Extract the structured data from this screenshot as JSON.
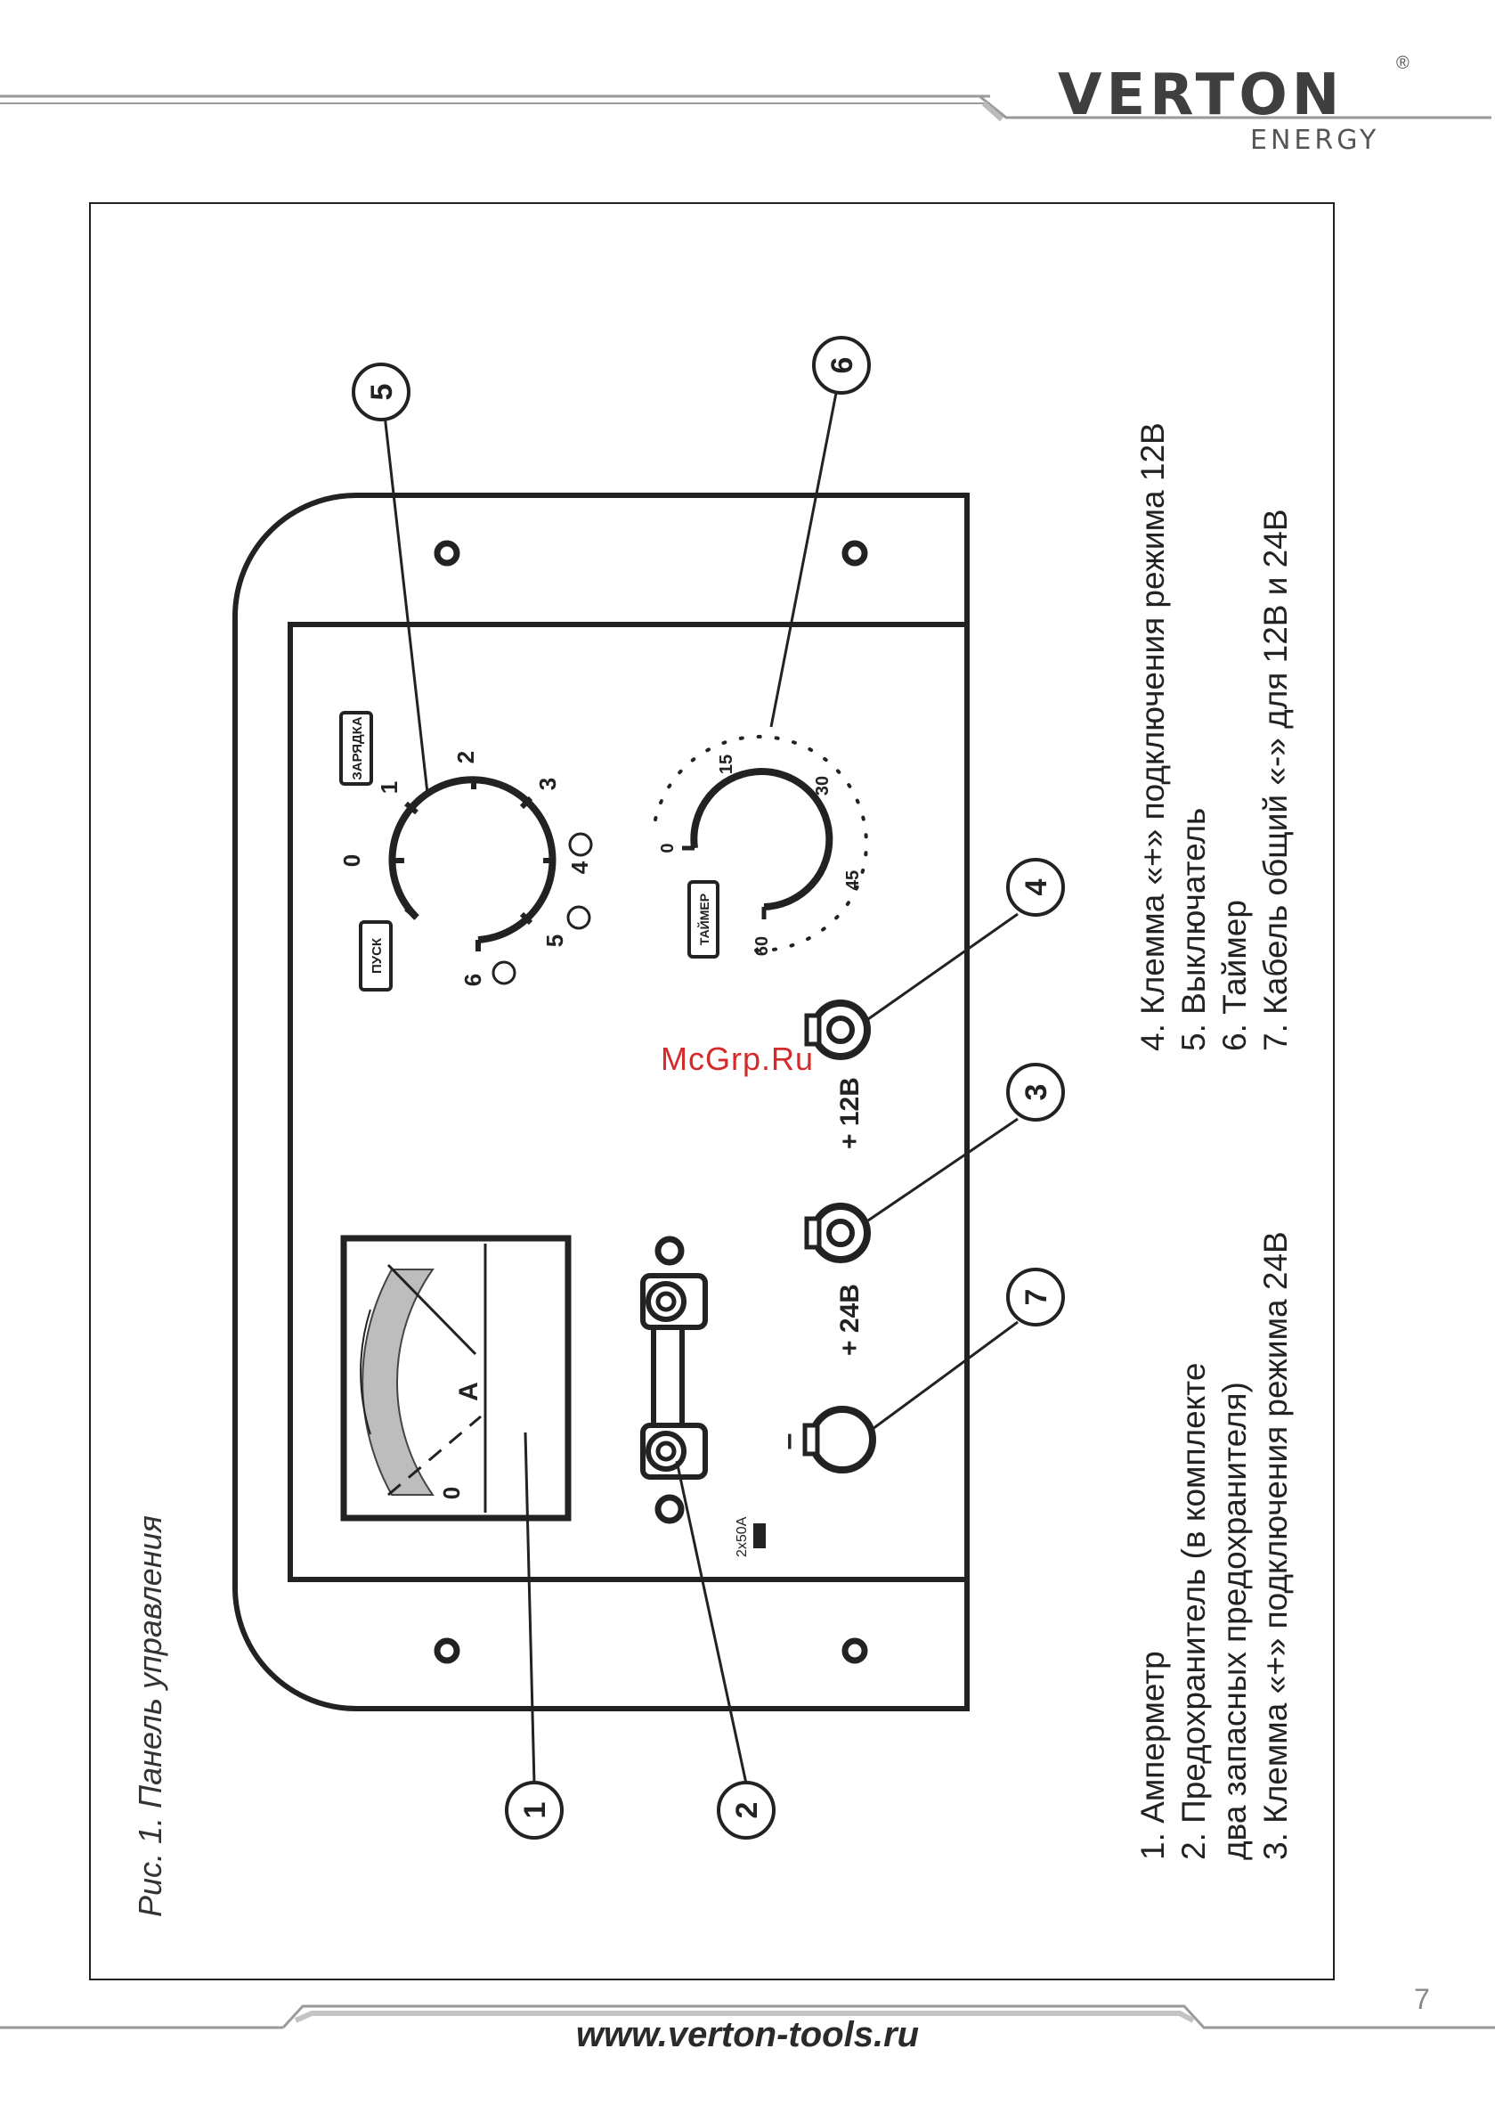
{
  "header": {
    "brand": "VERTON",
    "brand_registered": "®",
    "brand_subtitle": "ENERGY"
  },
  "figure": {
    "caption": "Рис. 1. Панель управления",
    "callouts": [
      "1",
      "2",
      "3",
      "4",
      "5",
      "6",
      "7"
    ],
    "panel": {
      "start_label": "ПУСК",
      "charge_label": "ЗАРЯДКА",
      "timer_label": "ТАЙМЕР",
      "switch_positions": [
        "0",
        "1",
        "2",
        "3",
        "4",
        "5",
        "6"
      ],
      "timer_marks": [
        "0",
        "15",
        "30",
        "45",
        "60"
      ],
      "ammeter_unit": "A",
      "ammeter_zero": "0",
      "fuse_rating": "2x50A",
      "terminal_24v": "+ 24B",
      "terminal_12v": "+ 12B",
      "terminal_minus": "–"
    }
  },
  "legend": {
    "item1": "1. Амперметр",
    "item2": "2.  Предохранитель (в комплекте",
    "item2_cont": "два запасных предохранителя)",
    "item3": "3.  Клемма «+» подключения режима 24В",
    "item4": "4.  Клемма «+» подключения режима 12В",
    "item5": "5.  Выключатель",
    "item6": "6.  Таймер",
    "item7": "7.  Кабель общий «-» для 12В и 24В"
  },
  "watermark": "McGrp.Ru",
  "footer": {
    "url": "www.verton-tools.ru",
    "page_number": "7"
  }
}
